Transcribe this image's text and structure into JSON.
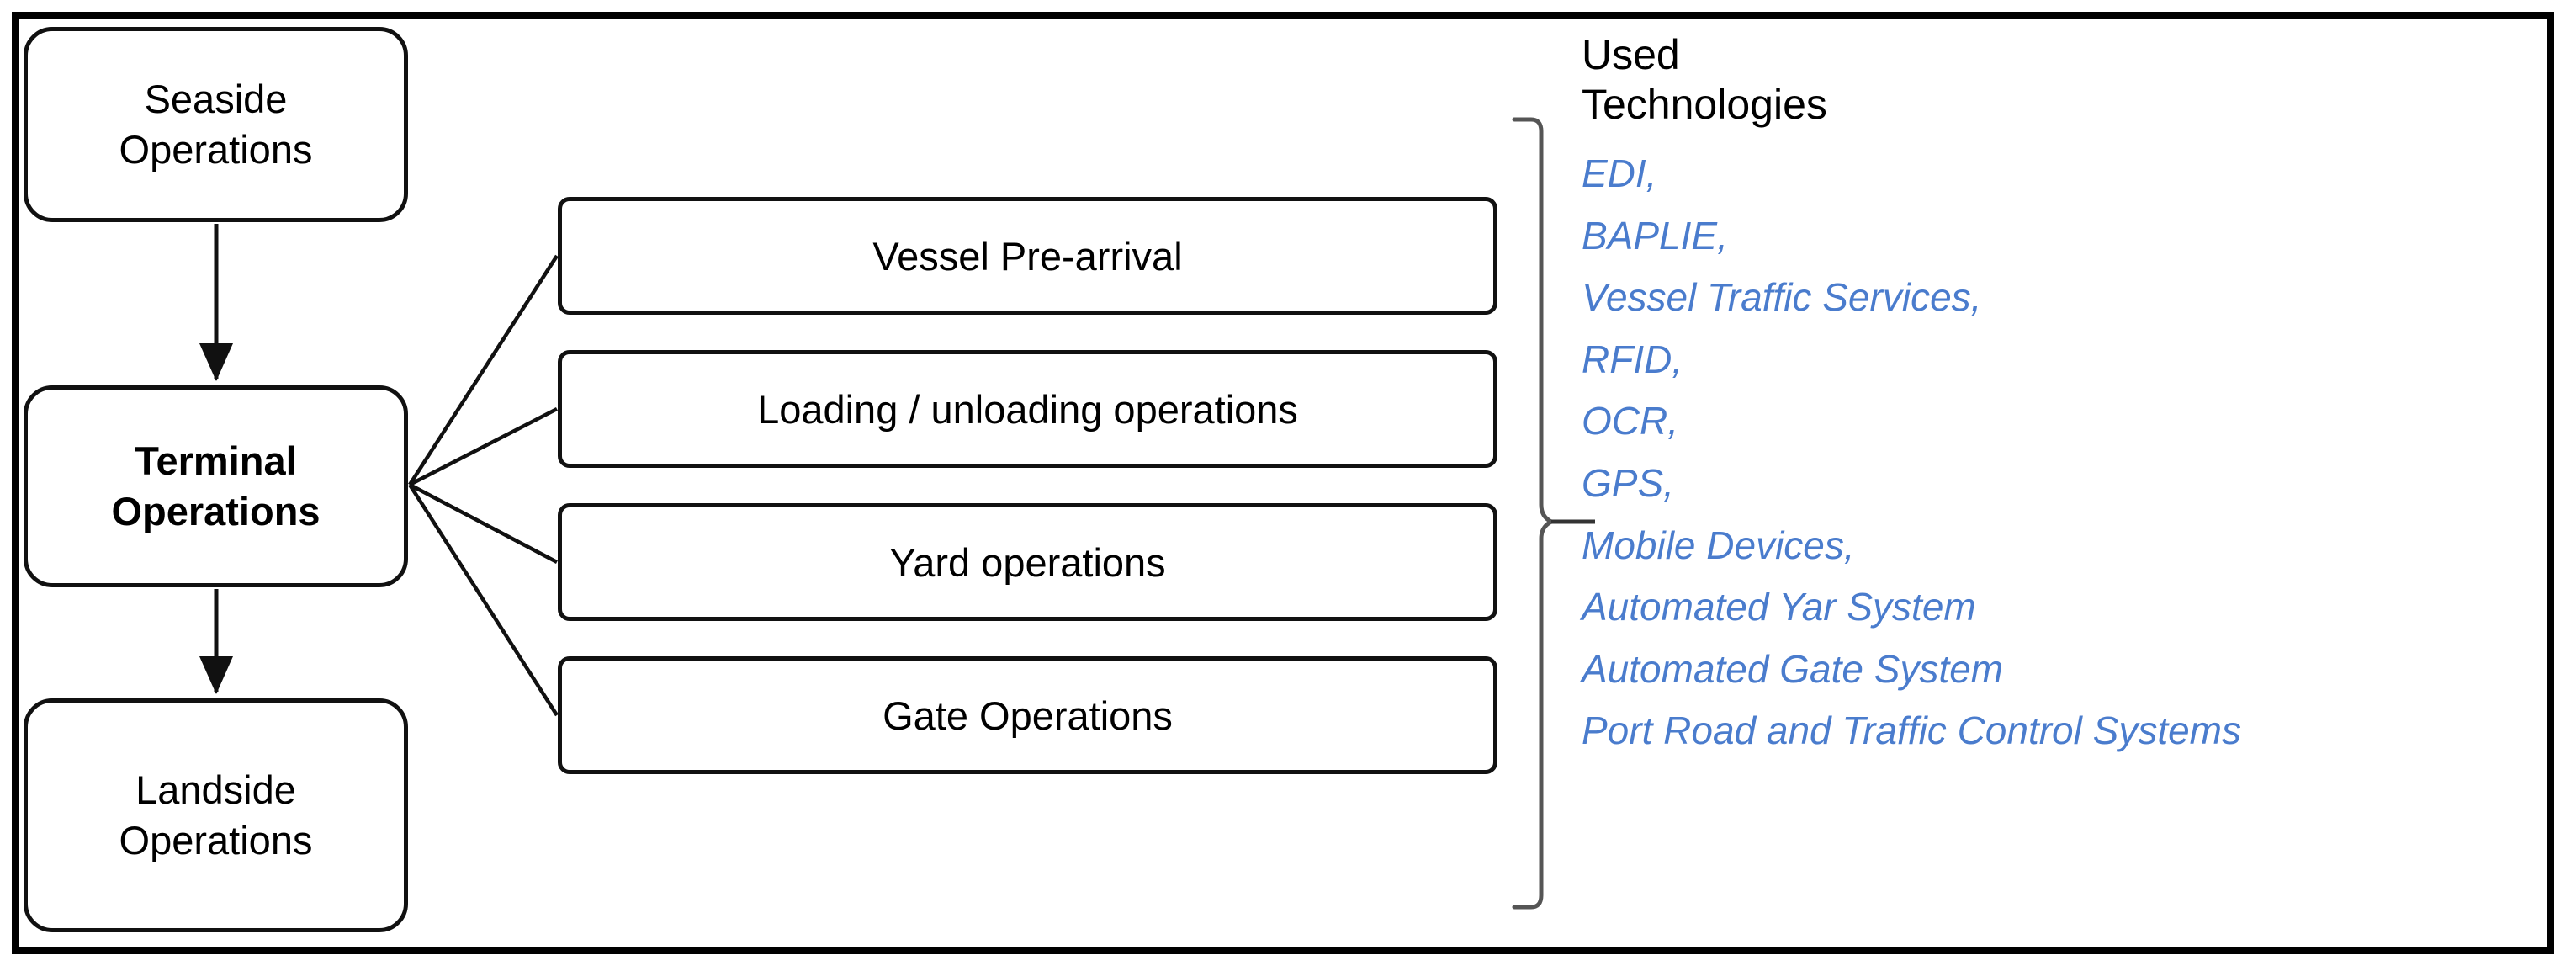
{
  "diagram": {
    "title_hidden": "",
    "flow_boxes": [
      {
        "id": "seaside",
        "label": "Seaside\nOperations",
        "bold": false
      },
      {
        "id": "terminal",
        "label": "Terminal\nOperations",
        "bold": true
      },
      {
        "id": "landside",
        "label": "Landside\nOperations",
        "bold": false
      }
    ],
    "process_boxes": [
      {
        "id": "vessel-pre-arrival",
        "label": "Vessel Pre-arrival"
      },
      {
        "id": "loading-unloading",
        "label": "Loading / unloading operations"
      },
      {
        "id": "yard-operations",
        "label": "Yard operations"
      },
      {
        "id": "gate-operations",
        "label": "Gate Operations"
      }
    ],
    "technologies": {
      "title": "Used\nTechnologies",
      "items": [
        "EDI,",
        "BAPLIE,",
        "Vessel Traffic Services,",
        "RFID,",
        "OCR,",
        "GPS,",
        "Mobile Devices,",
        "Automated Yar System",
        "Automated Gate System",
        "Port Road and Traffic Control Systems"
      ]
    },
    "colors": {
      "stroke": "#111111",
      "frame": "#000000",
      "text": "#000000",
      "tech_text": "#4a7ccd",
      "brace": "#555555"
    }
  }
}
